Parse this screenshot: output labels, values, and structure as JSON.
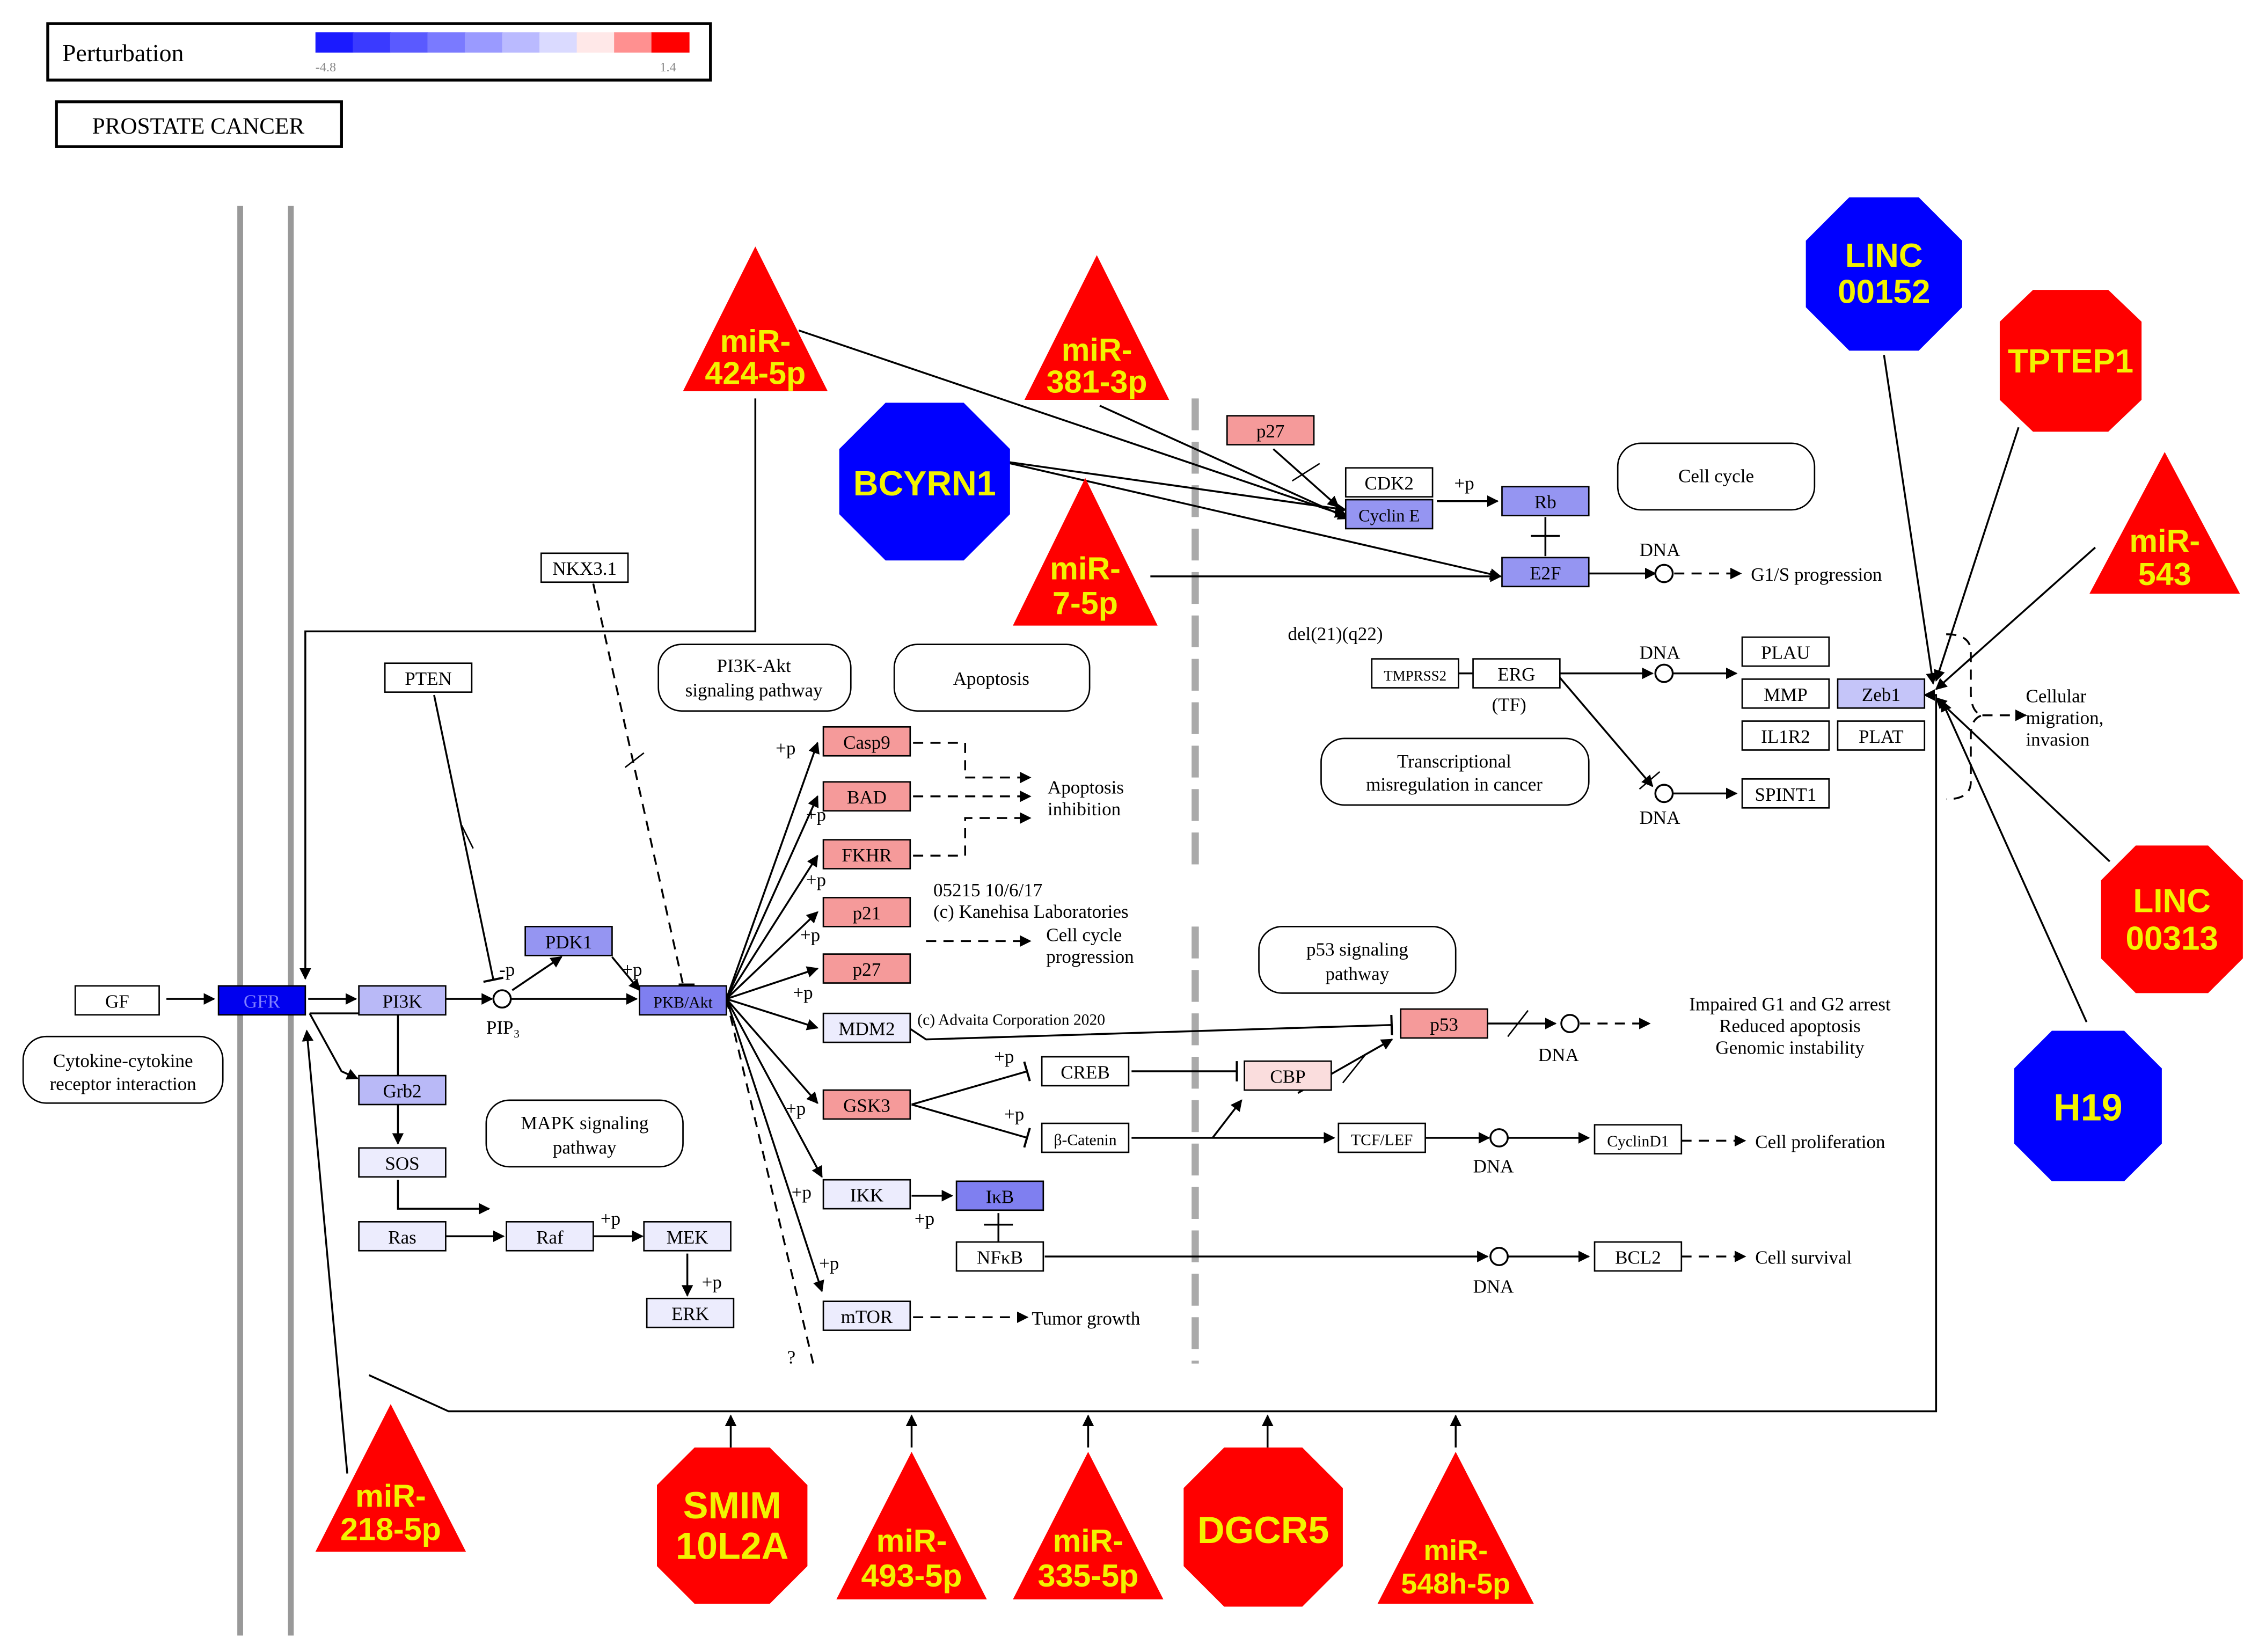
{
  "legend": {
    "title": "Perturbation",
    "min_label": "-4.8",
    "max_label": "1.4",
    "scale_colors": [
      "#1a1aff",
      "#3a3aff",
      "#5a5aff",
      "#7a7aff",
      "#9a9aff",
      "#babaff",
      "#dadaff",
      "#ffe8e8",
      "#ff9090",
      "#ff0000"
    ]
  },
  "pathway_title": "PROSTATE CANCER",
  "colors": {
    "regulator_red": "#ff0000",
    "regulator_blue": "#0000ff",
    "regulator_text": "#f2f200",
    "gene_red": "#f59a9a",
    "gene_light_red": "#fadddd",
    "gene_blue": "#7f7ff0",
    "gene_light_blue": "#ececfd",
    "gene_mid_blue": "#b9b9f7",
    "gene_dark_blue": "#0000ee"
  },
  "genes": {
    "gf": "GF",
    "gfr": "GFR",
    "pi3k": "PI3K",
    "pten": "PTEN",
    "pdk1": "PDK1",
    "pkb": "PKB/Akt",
    "nkx31": "NKX3.1",
    "grb2": "Grb2",
    "sos": "SOS",
    "ras": "Ras",
    "raf": "Raf",
    "mek": "MEK",
    "erk": "ERK",
    "casp9": "Casp9",
    "bad": "BAD",
    "fkhr": "FKHR",
    "p21": "p21",
    "p27a": "p27",
    "mdm2": "MDM2",
    "gsk3": "GSK3",
    "ikk": "IKK",
    "mtor": "mTOR",
    "ikb": "IκB",
    "nfkb": "NFκB",
    "creb": "CREB",
    "bcatenin": "β-Catenin",
    "cbp": "CBP",
    "p53": "p53",
    "tcflef": "TCF/LEF",
    "cyclind1": "CyclinD1",
    "bcl2": "BCL2",
    "p27b": "p27",
    "cdk2": "CDK2",
    "cycline": "Cyclin E",
    "rb": "Rb",
    "e2f": "E2F",
    "tmprss2": "TMPRSS2",
    "erg": "ERG",
    "plau": "PLAU",
    "mmp": "MMP",
    "zeb1": "Zeb1",
    "il1r2": "IL1R2",
    "plat": "PLAT",
    "spint1": "SPINT1"
  },
  "pathway_boxes": {
    "cytokine": [
      "Cytokine-cytokine",
      "receptor interaction"
    ],
    "pi3k_akt": [
      "PI3K-Akt",
      "signaling pathway"
    ],
    "apoptosis": "Apoptosis",
    "mapk": [
      "MAPK signaling",
      "pathway"
    ],
    "p53": [
      "p53 signaling",
      "pathway"
    ],
    "cell_cycle": "Cell cycle",
    "transcriptional": [
      "Transcriptional",
      "misregulation in cancer"
    ]
  },
  "outcomes": {
    "apoptosis_inhibition": [
      "Apoptosis",
      "inhibition"
    ],
    "cell_cycle_progression": [
      "Cell cycle",
      "progression"
    ],
    "impaired": [
      "Impaired G1 and G2 arrest",
      "Reduced apoptosis",
      "Genomic instability"
    ],
    "cell_proliferation": "Cell proliferation",
    "cell_survival": "Cell survival",
    "tumor_growth": "Tumor growth",
    "g1s": "G1/S progression",
    "migration": [
      "Cellular",
      "migration,",
      "invasion"
    ]
  },
  "annotations": {
    "pip3": "PIP₃",
    "dna": "DNA",
    "tf": "(TF)",
    "del": "del(21)(q22)",
    "kegg_id": "05215 10/6/17",
    "kegg_copyright": "(c) Kanehisa Laboratories",
    "advaita": "(c) Advaita Corporation 2020",
    "plus_p": "+p",
    "minus_p": "-p",
    "question": "?"
  },
  "regulators": {
    "mir424": [
      "miR-",
      "424-5p"
    ],
    "mir381": [
      "miR-",
      "381-3p"
    ],
    "bcyrn1": [
      "BCYRN1"
    ],
    "mir7": [
      "miR-",
      "7-5p"
    ],
    "linc00152": [
      "LINC",
      "00152"
    ],
    "tptep1": [
      "TPTEP1"
    ],
    "mir543": [
      "miR-",
      "543"
    ],
    "linc00313": [
      "LINC",
      "00313"
    ],
    "h19": [
      "H19"
    ],
    "mir218": [
      "miR-",
      "218-5p"
    ],
    "smim10l2a": [
      "SMIM",
      "10L2A"
    ],
    "mir493": [
      "miR-",
      "493-5p"
    ],
    "mir335": [
      "miR-",
      "335-5p"
    ],
    "dgcr5": [
      "DGCR5"
    ],
    "mir548h": [
      "miR-",
      "548h-5p"
    ]
  }
}
